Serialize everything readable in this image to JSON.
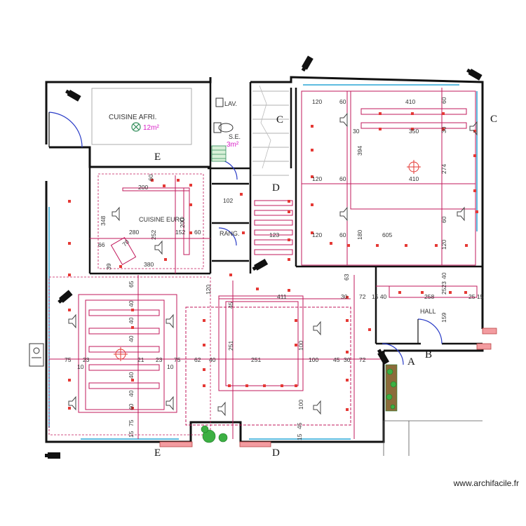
{
  "rooms": {
    "cuisine_afri": "CUISINE AFRI.",
    "cuisine_afri_area": "12m²",
    "lav": "LAV.",
    "se": "S.E.",
    "se_area": "3m²",
    "cuisine_euro": "CUISINE EURO",
    "rang": "RANG.",
    "hall": "HALL",
    "store_102": "102"
  },
  "section_marks": {
    "c": "C",
    "d": "D",
    "e": "E",
    "a": "A",
    "b": "B"
  },
  "dimensions": {
    "d120": "120",
    "d60": "60",
    "d410": "410",
    "d350": "350",
    "d30": "30",
    "d394": "394",
    "d274": "274",
    "d605": "605",
    "d180": "180",
    "d123": "123",
    "d200": "200",
    "d348": "348",
    "d280": "280",
    "d252": "252",
    "d152": "152",
    "d380": "380",
    "d66": "66",
    "d70": "70",
    "d39": "39",
    "d65": "65",
    "d40": "40",
    "d75": "75",
    "d10": "10",
    "d23": "23",
    "d21": "21",
    "d15": "15",
    "d62": "62",
    "d251": "251",
    "d100": "100",
    "d45": "45",
    "d72": "72",
    "d411": "411",
    "d63": "63",
    "d258": "258",
    "d159": "159",
    "d2523": "2523",
    "d2515": "25 15",
    "d4015": "15 40"
  },
  "watermark": "www.archifacile.fr",
  "colors": {
    "wall": "#111111",
    "guide": "#c2185b",
    "annotation": "#d81fc6",
    "glazing": "#29a6d6",
    "marker": "#e53935"
  }
}
